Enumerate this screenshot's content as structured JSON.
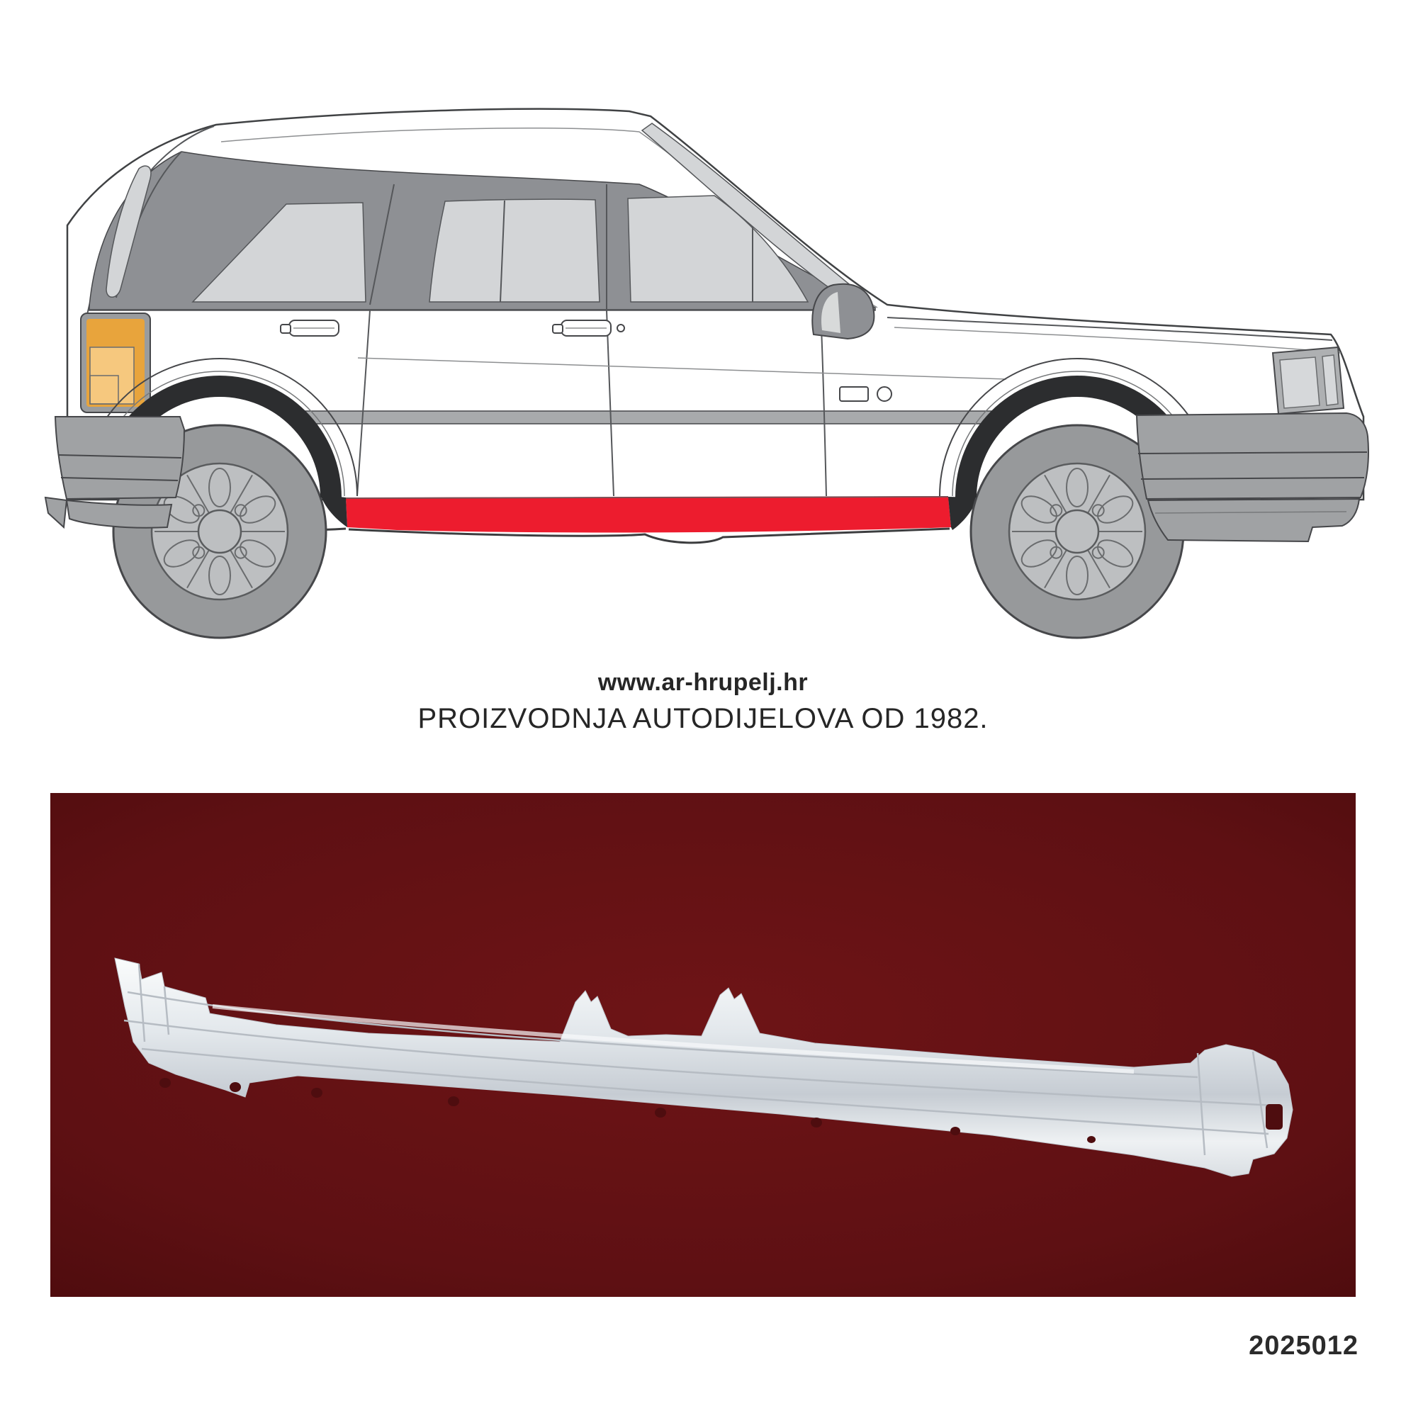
{
  "branding": {
    "website": "www.ar-hrupelj.hr",
    "tagline": "PROIZVODNJA AUTODIJELOVA OD 1982."
  },
  "product": {
    "part_number": "2025012"
  },
  "colors": {
    "highlight_red": "#ED1C2E",
    "indicator_amber": "#E8A43C",
    "indicator_amber_light": "#F6C87E",
    "photo_background_maroon": "#5E1013",
    "text": "#262626"
  },
  "images": {
    "diagram": "car-side-view-with-sill-highlighted",
    "photo": "replacement-sill-rocker-panel-photo"
  }
}
